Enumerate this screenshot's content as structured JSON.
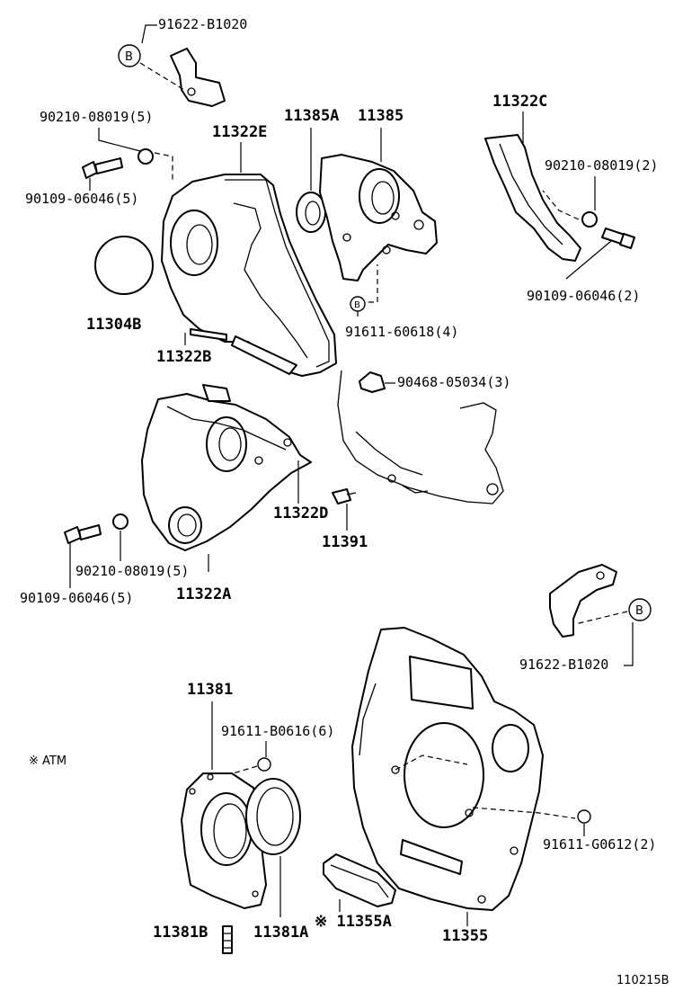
{
  "labels": {
    "p_91622_b1020_top": "91622-B1020",
    "p_90210_08019_5_top": "90210-08019(5)",
    "p_11322e": "11322E",
    "p_11385a": "11385A",
    "p_11385": "11385",
    "p_11322c": "11322C",
    "p_90210_08019_2": "90210-08019(2)",
    "p_90109_06046_5_top": "90109-06046(5)",
    "p_90109_06046_2": "90109-06046(2)",
    "p_11304b": "11304B",
    "p_11322b": "11322B",
    "p_91611_60618_4": "91611-60618(4)",
    "p_90468_05034_3": "90468-05034(3)",
    "p_11322d": "11322D",
    "p_11391": "11391",
    "p_90210_08019_5_bot": "90210-08019(5)",
    "p_90109_06046_5_bot": "90109-06046(5)",
    "p_11322a": "11322A",
    "p_91622_b1020_bot": "91622-B1020",
    "p_11381": "11381",
    "p_91611_b0616_6": "91611-B0616(6)",
    "p_atm_note": "※ ATM",
    "p_91611_g0612_2": "91611-G0612(2)",
    "p_11381b": "11381B",
    "p_11381a": "11381A",
    "p_11355a": "※ 11355A",
    "p_11355": "11355",
    "diagram_id": "110215B"
  },
  "callouts": {
    "b_symbol": "B",
    "small_b_symbol": "B"
  }
}
